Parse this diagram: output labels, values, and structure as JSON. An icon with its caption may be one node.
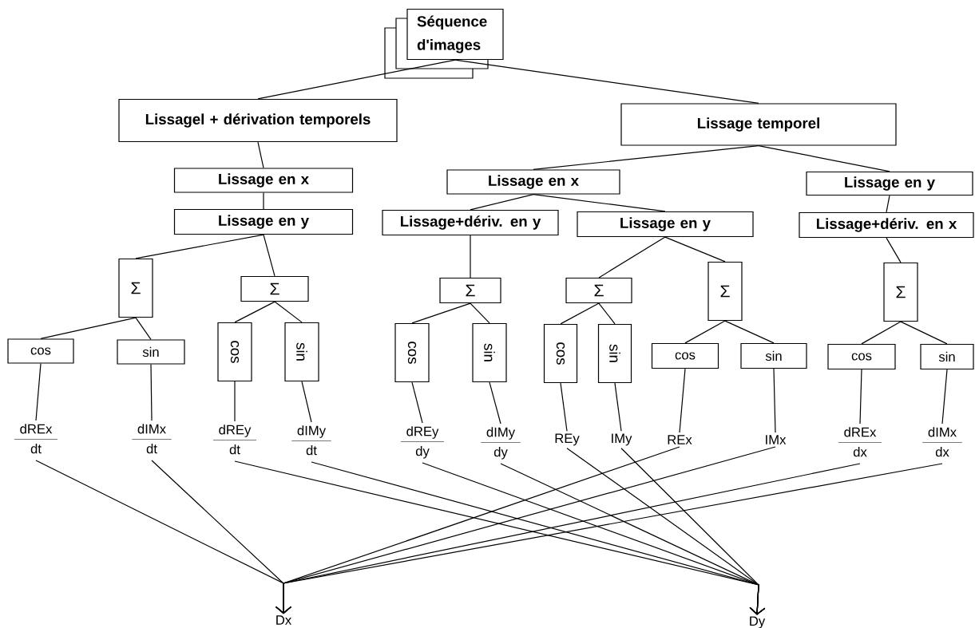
{
  "diagram": {
    "nodes": [
      {
        "text": [
          "Séquence d'images"
        ]
      },
      {
        "text": [
          "Lissagel + dérivation temporels"
        ]
      },
      {
        "text": [
          "Lissage temporel"
        ]
      },
      {
        "text": [
          "Lissage en x"
        ]
      },
      {
        "text": [
          "Lissage en x"
        ]
      },
      {
        "text": [
          "Lissage en y"
        ]
      },
      {
        "text": [
          "Lissage en y"
        ]
      },
      {
        "text": [
          "Lissage+dériv. en y"
        ]
      },
      {
        "text": [
          "Lissage en y"
        ]
      },
      {
        "text": [
          "Lissage+dériv. en x"
        ]
      },
      {
        "text": [
          "Σ"
        ]
      },
      {
        "text": [
          "Σ"
        ]
      },
      {
        "text": [
          "Σ"
        ]
      },
      {
        "text": [
          "Σ"
        ]
      },
      {
        "text": [
          "Σ"
        ]
      },
      {
        "text": [
          "Σ"
        ]
      },
      {
        "text": [
          "cos"
        ]
      },
      {
        "text": [
          "sin"
        ]
      },
      {
        "text": [
          "cos"
        ]
      },
      {
        "text": [
          "sin"
        ]
      },
      {
        "text": [
          "cos"
        ]
      },
      {
        "text": [
          "sin"
        ]
      },
      {
        "text": [
          "cos"
        ]
      },
      {
        "text": [
          "sin"
        ]
      },
      {
        "text": [
          "cos"
        ]
      },
      {
        "text": [
          "sin"
        ]
      },
      {
        "text": [
          "cos"
        ]
      },
      {
        "text": [
          "sin"
        ]
      },
      {
        "text": [
          "dREx",
          "dt"
        ]
      },
      {
        "text": [
          "dIMx",
          "dt"
        ]
      },
      {
        "text": [
          "dREy",
          "dt"
        ]
      },
      {
        "text": [
          "dIMy",
          "dt"
        ]
      },
      {
        "text": [
          "dREy",
          "dy"
        ]
      },
      {
        "text": [
          "dIMy",
          "dy"
        ]
      },
      {
        "text": [
          "REy"
        ]
      },
      {
        "text": [
          "IMy"
        ]
      },
      {
        "text": [
          "REx"
        ]
      },
      {
        "text": [
          "IMx"
        ]
      },
      {
        "text": [
          "dREx",
          "dx"
        ]
      },
      {
        "text": [
          "dIMx",
          "dx"
        ]
      },
      {
        "text": [
          "Dx"
        ]
      },
      {
        "text": [
          "Dy"
        ]
      }
    ],
    "edges": [
      {
        "from": 0,
        "to": 1,
        "arrow": "none"
      },
      {
        "from": 0,
        "to": 2,
        "arrow": "none"
      },
      {
        "from": 1,
        "to": 3,
        "arrow": "none"
      },
      {
        "from": 3,
        "to": 6,
        "arrow": "none"
      },
      {
        "from": 6,
        "to": 10,
        "arrow": "none"
      },
      {
        "from": 6,
        "to": 11,
        "arrow": "none"
      },
      {
        "from": 2,
        "to": 4,
        "arrow": "none"
      },
      {
        "from": 2,
        "to": 5,
        "arrow": "none"
      },
      {
        "from": 4,
        "to": 7,
        "arrow": "none"
      },
      {
        "from": 4,
        "to": 8,
        "arrow": "none"
      },
      {
        "from": 5,
        "to": 9,
        "arrow": "none"
      },
      {
        "from": 7,
        "to": 12,
        "arrow": "none"
      },
      {
        "from": 8,
        "to": 13,
        "arrow": "none"
      },
      {
        "from": 8,
        "to": 14,
        "arrow": "none"
      },
      {
        "from": 9,
        "to": 15,
        "arrow": "none"
      },
      {
        "from": 10,
        "to": 16,
        "arrow": "none"
      },
      {
        "from": 10,
        "to": 17,
        "arrow": "none"
      },
      {
        "from": 11,
        "to": 18,
        "arrow": "none"
      },
      {
        "from": 11,
        "to": 19,
        "arrow": "none"
      },
      {
        "from": 12,
        "to": 20,
        "arrow": "none"
      },
      {
        "from": 12,
        "to": 21,
        "arrow": "none"
      },
      {
        "from": 13,
        "to": 22,
        "arrow": "none"
      },
      {
        "from": 13,
        "to": 23,
        "arrow": "none"
      },
      {
        "from": 14,
        "to": 24,
        "arrow": "none"
      },
      {
        "from": 14,
        "to": 25,
        "arrow": "none"
      },
      {
        "from": 15,
        "to": 26,
        "arrow": "none"
      },
      {
        "from": 15,
        "to": 27,
        "arrow": "none"
      },
      {
        "from": 16,
        "to": 28,
        "arrow": "none"
      },
      {
        "from": 17,
        "to": 29,
        "arrow": "none"
      },
      {
        "from": 18,
        "to": 30,
        "arrow": "none"
      },
      {
        "from": 19,
        "to": 31,
        "arrow": "none"
      },
      {
        "from": 20,
        "to": 32,
        "arrow": "none"
      },
      {
        "from": 21,
        "to": 33,
        "arrow": "none"
      },
      {
        "from": 22,
        "to": 34,
        "arrow": "none"
      },
      {
        "from": 23,
        "to": 35,
        "arrow": "none"
      },
      {
        "from": 24,
        "to": 36,
        "arrow": "none"
      },
      {
        "from": 25,
        "to": 37,
        "arrow": "none"
      },
      {
        "from": 26,
        "to": 38,
        "arrow": "none"
      },
      {
        "from": 27,
        "to": 39,
        "arrow": "none"
      },
      {
        "from": 28,
        "to": 40,
        "arrow": "to"
      },
      {
        "from": 29,
        "to": 40,
        "arrow": "to"
      },
      {
        "from": 36,
        "to": 40,
        "arrow": "to"
      },
      {
        "from": 37,
        "to": 40,
        "arrow": "to"
      },
      {
        "from": 38,
        "to": 40,
        "arrow": "to"
      },
      {
        "from": 39,
        "to": 40,
        "arrow": "to"
      },
      {
        "from": 30,
        "to": 41,
        "arrow": "to"
      },
      {
        "from": 31,
        "to": 41,
        "arrow": "to"
      },
      {
        "from": 32,
        "to": 41,
        "arrow": "to"
      },
      {
        "from": 33,
        "to": 41,
        "arrow": "to"
      },
      {
        "from": 34,
        "to": 41,
        "arrow": "to"
      },
      {
        "from": 35,
        "to": 41,
        "arrow": "to"
      }
    ]
  }
}
